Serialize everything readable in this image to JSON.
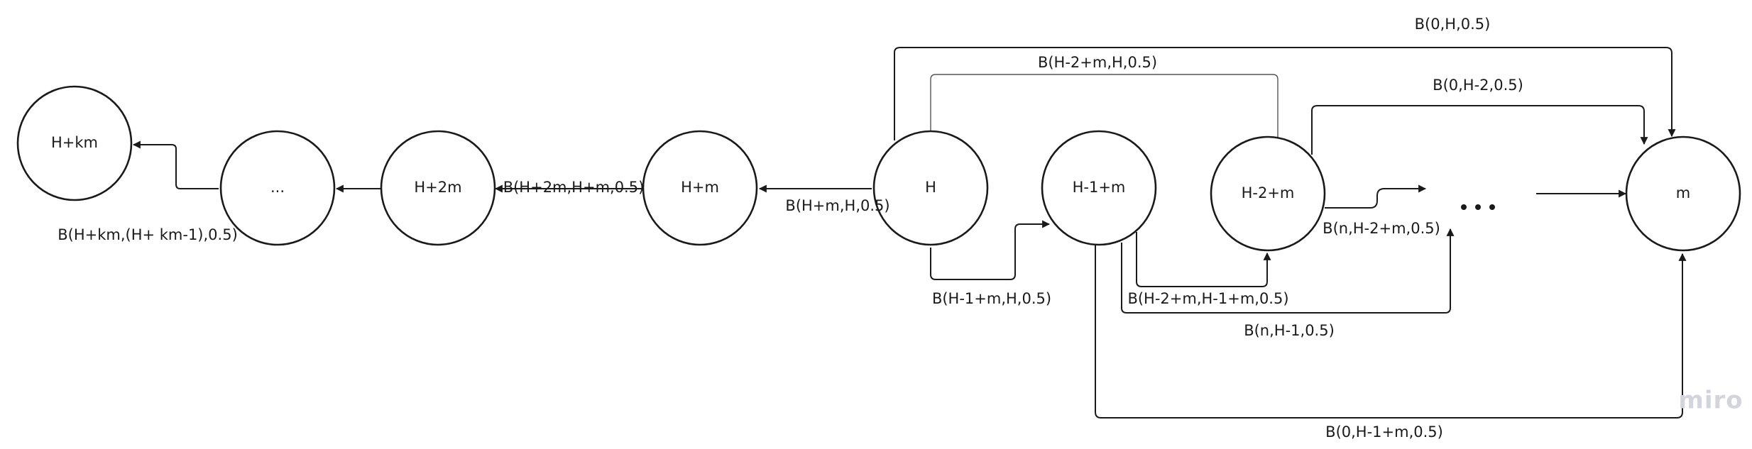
{
  "nodes": {
    "h_plus_km": "H+km",
    "ellipsis_left": "...",
    "h_plus_2m": "H+2m",
    "h_plus_m": "H+m",
    "h": "H",
    "h_minus_1_plus_m": "H-1+m",
    "h_minus_2_plus_m": "H-2+m",
    "m": "m"
  },
  "edges": {
    "b_0_h": "B(0,H,0.5)",
    "b_h2m_h": "B(H-2+m,H,0.5)",
    "b_0_h2": "B(0,H-2,0.5)",
    "b_hkm": "B(H+km,(H+ km-1),0.5)",
    "b_h2m_hm": "B(H+2m,H+m,0.5)",
    "b_hm_h": "B(H+m,H,0.5)",
    "b_n_h2m": "B(n,H-2+m,0.5)",
    "b_h1m_h": "B(H-1+m,H,0.5)",
    "b_h2m_h1m": "B(H-2+m,H-1+m,0.5)",
    "b_n_h1": "B(n,H-1,0.5)",
    "b_0_h1m": "B(0,H-1+m,0.5)"
  },
  "watermark": "miro",
  "colors": {
    "stroke": "#1a1a1a",
    "watermark": "#d3d5dc",
    "background": "#ffffff"
  }
}
